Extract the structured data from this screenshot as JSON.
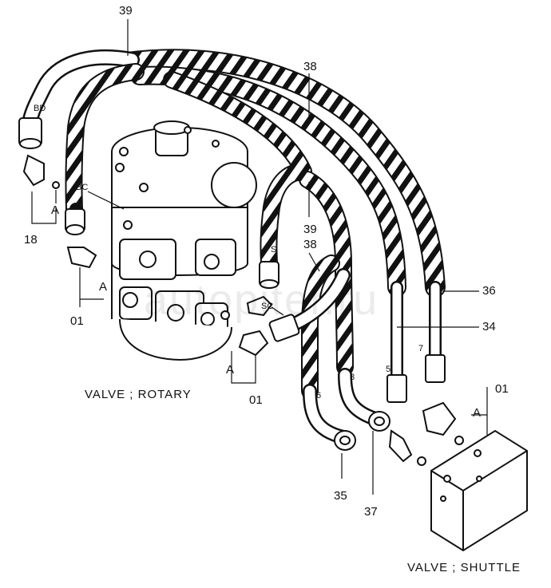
{
  "callouts": {
    "c39_top": "39",
    "c38_top": "38",
    "c39_mid": "39",
    "c38_mid": "38",
    "c36": "36",
    "c34": "34",
    "c18": "18",
    "c01_left": "01",
    "c01_mid": "01",
    "c01_right": "01",
    "c35": "35",
    "c37": "37",
    "bd": "BD",
    "bc": "BC",
    "s": "S",
    "sc": "SC",
    "a1": "A",
    "a2": "A",
    "a3": "A",
    "a4": "A",
    "h5": "5",
    "h6": "6",
    "h7": "7",
    "h8": "8"
  },
  "captions": {
    "rotary": "VALVE ; ROTARY",
    "shuttle": "VALVE ; SHUTTLE"
  },
  "watermark": "autopiter.ru",
  "colors": {
    "ink": "#111111",
    "paper": "#ffffff"
  }
}
